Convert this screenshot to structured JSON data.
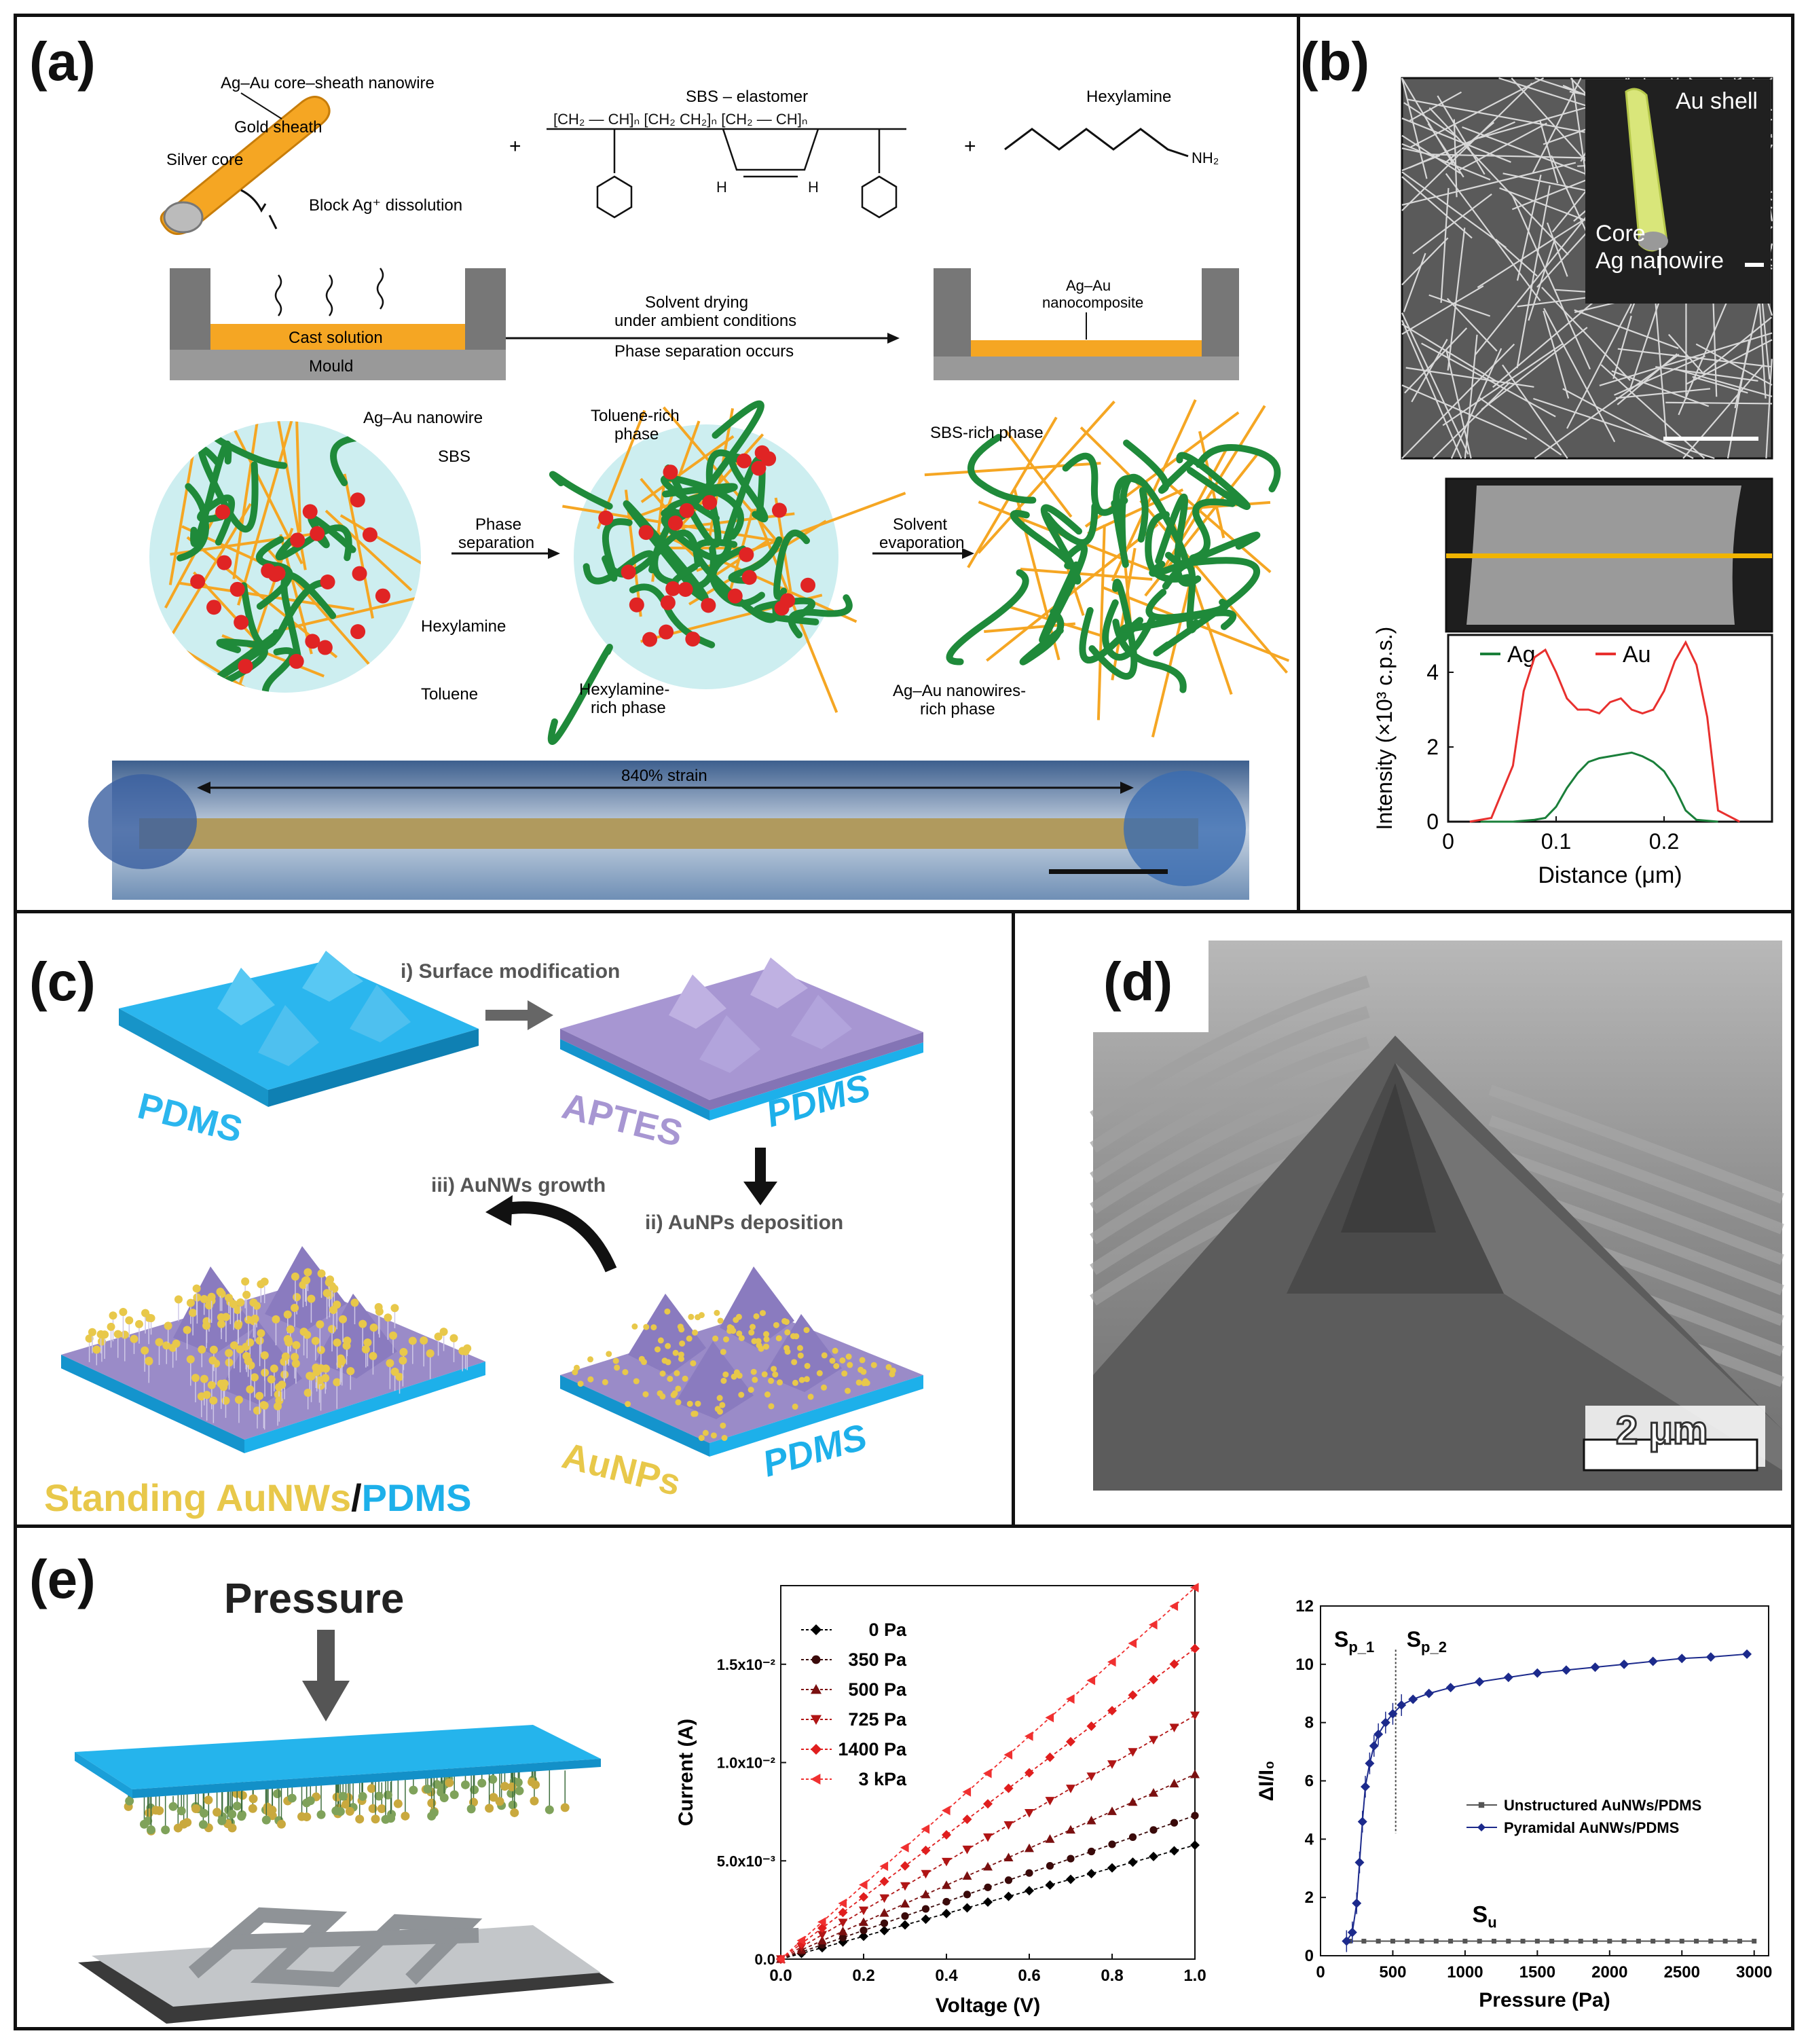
{
  "panels": {
    "a": {
      "label": "(a)",
      "nanowire": {
        "title": "Ag–Au core–sheath nanowire",
        "gold_sheath": "Gold sheath",
        "silver_core": "Silver core",
        "block": "Block Ag⁺ dissolution"
      },
      "sbs_label": "SBS – elastomer",
      "hexylamine_label": "Hexylamine",
      "nh2": "NH₂",
      "plus": "+",
      "cast_solution": "Cast solution",
      "mould": "Mould",
      "drying_line1": "Solvent drying",
      "drying_line2": "under ambient conditions",
      "phase_sep_occurs": "Phase separation occurs",
      "nanocomposite_line1": "Ag–Au",
      "nanocomposite_line2": "nanocomposite",
      "circle1": {
        "nanowire": "Ag–Au nanowire",
        "sbs": "SBS",
        "hexylamine": "Hexylamine",
        "toluene": "Toluene"
      },
      "arrow1_line1": "Phase",
      "arrow1_line2": "separation",
      "circle2": {
        "toluene_rich_1": "Toluene-rich",
        "toluene_rich_2": "phase",
        "hexylamine_rich_1": "Hexylamine-",
        "hexylamine_rich_2": "rich phase"
      },
      "arrow2_line1": "Solvent",
      "arrow2_line2": "evaporation",
      "circle3": {
        "sbs_rich": "SBS-rich phase",
        "nw_rich_1": "Ag–Au nanowires-",
        "nw_rich_2": "rich phase"
      },
      "strain": "840% strain"
    },
    "b": {
      "label": "(b)",
      "au_shell": "Au shell",
      "core": "Core",
      "ag_nanowire": "Ag nanowire",
      "chart_data": {
        "type": "line",
        "xlabel": "Distance (μm)",
        "ylabel": "Intensity (×10³ c.p.s.)",
        "xlim": [
          0,
          0.3
        ],
        "ylim": [
          0,
          5
        ],
        "xticks": [
          "0",
          "0.1",
          "0.2"
        ],
        "yticks": [
          "0",
          "2",
          "4"
        ],
        "legend_position": "top",
        "series": [
          {
            "name": "Ag",
            "color": "#1a7f3a",
            "x": [
              0.03,
              0.06,
              0.08,
              0.09,
              0.1,
              0.11,
              0.12,
              0.13,
              0.14,
              0.15,
              0.16,
              0.17,
              0.18,
              0.19,
              0.2,
              0.21,
              0.22,
              0.23,
              0.25
            ],
            "y": [
              0,
              0,
              0.05,
              0.1,
              0.4,
              0.9,
              1.3,
              1.6,
              1.7,
              1.75,
              1.8,
              1.85,
              1.75,
              1.6,
              1.35,
              0.9,
              0.3,
              0.05,
              0
            ]
          },
          {
            "name": "Au",
            "color": "#e8302e",
            "x": [
              0.02,
              0.04,
              0.06,
              0.07,
              0.08,
              0.09,
              0.1,
              0.11,
              0.12,
              0.13,
              0.14,
              0.15,
              0.16,
              0.17,
              0.18,
              0.19,
              0.2,
              0.21,
              0.22,
              0.23,
              0.24,
              0.25,
              0.27
            ],
            "y": [
              0,
              0.1,
              1.5,
              3.5,
              4.4,
              4.6,
              4.0,
              3.3,
              3.0,
              3.0,
              2.9,
              3.2,
              3.3,
              3.0,
              2.9,
              3.0,
              3.5,
              4.3,
              4.8,
              4.2,
              2.8,
              0.3,
              0
            ]
          }
        ]
      }
    },
    "c": {
      "label": "(c)",
      "step1": "i) Surface modification",
      "step2": "ii) AuNPs deposition",
      "step3": "iii) AuNWs growth",
      "pdms": "PDMS",
      "aptes": "APTES",
      "aunps": "AuNPs",
      "standing": "Standing AuNWs",
      "slash": "/",
      "pdms_end": "PDMS"
    },
    "d": {
      "label": "(d)",
      "scale": "2 μm"
    },
    "e": {
      "label": "(e)",
      "pressure": "Pressure",
      "iv_chart": {
        "chart_data": {
          "type": "line",
          "xlabel": "Voltage (V)",
          "ylabel": "Current (A)",
          "xlim": [
            0,
            1.0
          ],
          "ylim": [
            0,
            0.019
          ],
          "xticks": [
            "0.0",
            "0.2",
            "0.4",
            "0.6",
            "0.8",
            "1.0"
          ],
          "yticks": [
            "0.0",
            "5.0x10⁻³",
            "1.0x10⁻²",
            "1.5x10⁻²"
          ],
          "legend_position": "top-left",
          "series": [
            {
              "name": "0 Pa",
              "color": "#000000",
              "marker": "diamond",
              "slope": 0.0058
            },
            {
              "name": "350 Pa",
              "color": "#3a0a0a",
              "marker": "circle",
              "slope": 0.0073
            },
            {
              "name": "500 Pa",
              "color": "#7a1010",
              "marker": "triangle-up",
              "slope": 0.0094
            },
            {
              "name": "725 Pa",
              "color": "#b01515",
              "marker": "triangle-down",
              "slope": 0.0124
            },
            {
              "name": "1400 Pa",
              "color": "#e01e1e",
              "marker": "diamond",
              "slope": 0.0158
            },
            {
              "name": "3 kPa",
              "color": "#f03030",
              "marker": "triangle-left",
              "slope": 0.0189
            }
          ]
        }
      },
      "sens_chart": {
        "chart_data": {
          "type": "line",
          "xlabel": "Pressure (Pa)",
          "ylabel": "ΔI/I₀",
          "xlim": [
            0,
            3100
          ],
          "ylim": [
            0,
            12
          ],
          "xticks": [
            "0",
            "500",
            "1000",
            "1500",
            "2000",
            "2500",
            "3000"
          ],
          "yticks": [
            "0",
            "2",
            "4",
            "6",
            "8",
            "10",
            "12"
          ],
          "annotations": [
            "S",
            "p_1",
            "S",
            "p_2",
            "S",
            "u"
          ],
          "legend_position": "center-right",
          "series": [
            {
              "name": "Unstructured AuNWs/PDMS",
              "color": "#555555",
              "marker": "square",
              "x": [
                200,
                300,
                400,
                500,
                600,
                700,
                800,
                900,
                1000,
                1100,
                1200,
                1300,
                1400,
                1500,
                1600,
                1700,
                1800,
                1900,
                2000,
                2100,
                2200,
                2300,
                2400,
                2500,
                2600,
                2700,
                2800,
                2900,
                3000
              ],
              "y": [
                0.5,
                0.5,
                0.5,
                0.5,
                0.5,
                0.5,
                0.5,
                0.5,
                0.5,
                0.5,
                0.5,
                0.5,
                0.5,
                0.5,
                0.5,
                0.5,
                0.5,
                0.5,
                0.5,
                0.5,
                0.5,
                0.5,
                0.5,
                0.5,
                0.5,
                0.5,
                0.5,
                0.5,
                0.5
              ]
            },
            {
              "name": "Pyramidal AuNWs/PDMS",
              "color": "#1c2a8c",
              "marker": "diamond",
              "x": [
                180,
                220,
                250,
                270,
                290,
                310,
                340,
                370,
                400,
                450,
                500,
                560,
                640,
                750,
                900,
                1100,
                1300,
                1500,
                1700,
                1900,
                2100,
                2300,
                2500,
                2700,
                2950
              ],
              "y": [
                0.5,
                0.8,
                1.8,
                3.2,
                4.6,
                5.8,
                6.6,
                7.2,
                7.6,
                8.0,
                8.3,
                8.6,
                8.8,
                9.0,
                9.2,
                9.4,
                9.55,
                9.7,
                9.8,
                9.9,
                10.0,
                10.1,
                10.2,
                10.25,
                10.35
              ]
            }
          ]
        }
      }
    }
  },
  "colors": {
    "orange": "#f5a623",
    "green": "#1f8a3a",
    "red": "#e02424",
    "pdms_blue": "#21b3ec",
    "aptes_purple": "#9e8fc9",
    "au_yellow": "#e8c84a"
  }
}
